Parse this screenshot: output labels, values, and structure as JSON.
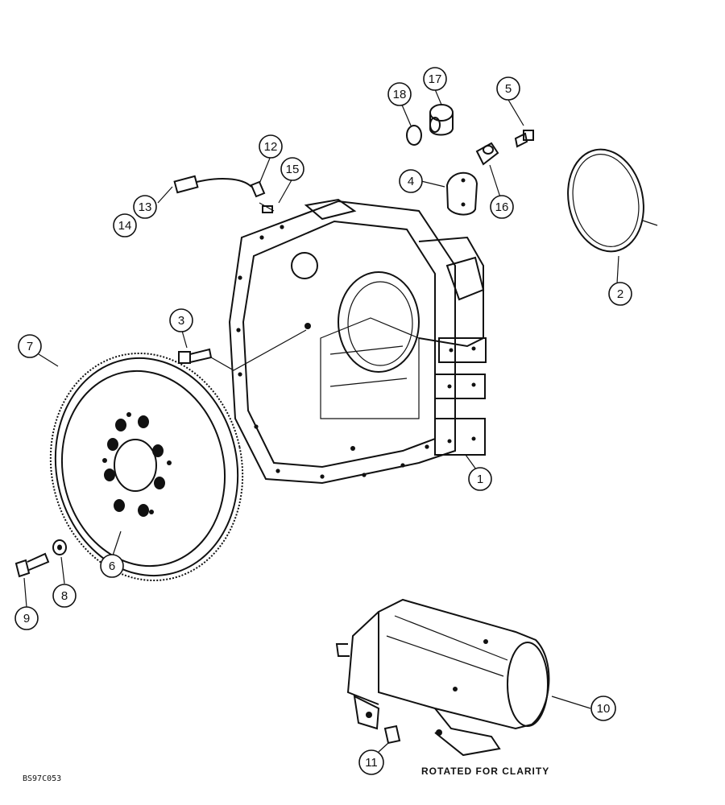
{
  "callouts": {
    "c1": "1",
    "c2": "2",
    "c3": "3",
    "c4": "4",
    "c5": "5",
    "c6": "6",
    "c7": "7",
    "c8": "8",
    "c9": "9",
    "c10": "10",
    "c11": "11",
    "c12": "12",
    "c13": "13",
    "c14": "14",
    "c15": "15",
    "c16": "16",
    "c17": "17",
    "c18": "18"
  },
  "caption": "ROTATED FOR CLARITY",
  "reference_code": "BS97C053",
  "colors": {
    "ink": "#111111",
    "paper": "#ffffff"
  }
}
